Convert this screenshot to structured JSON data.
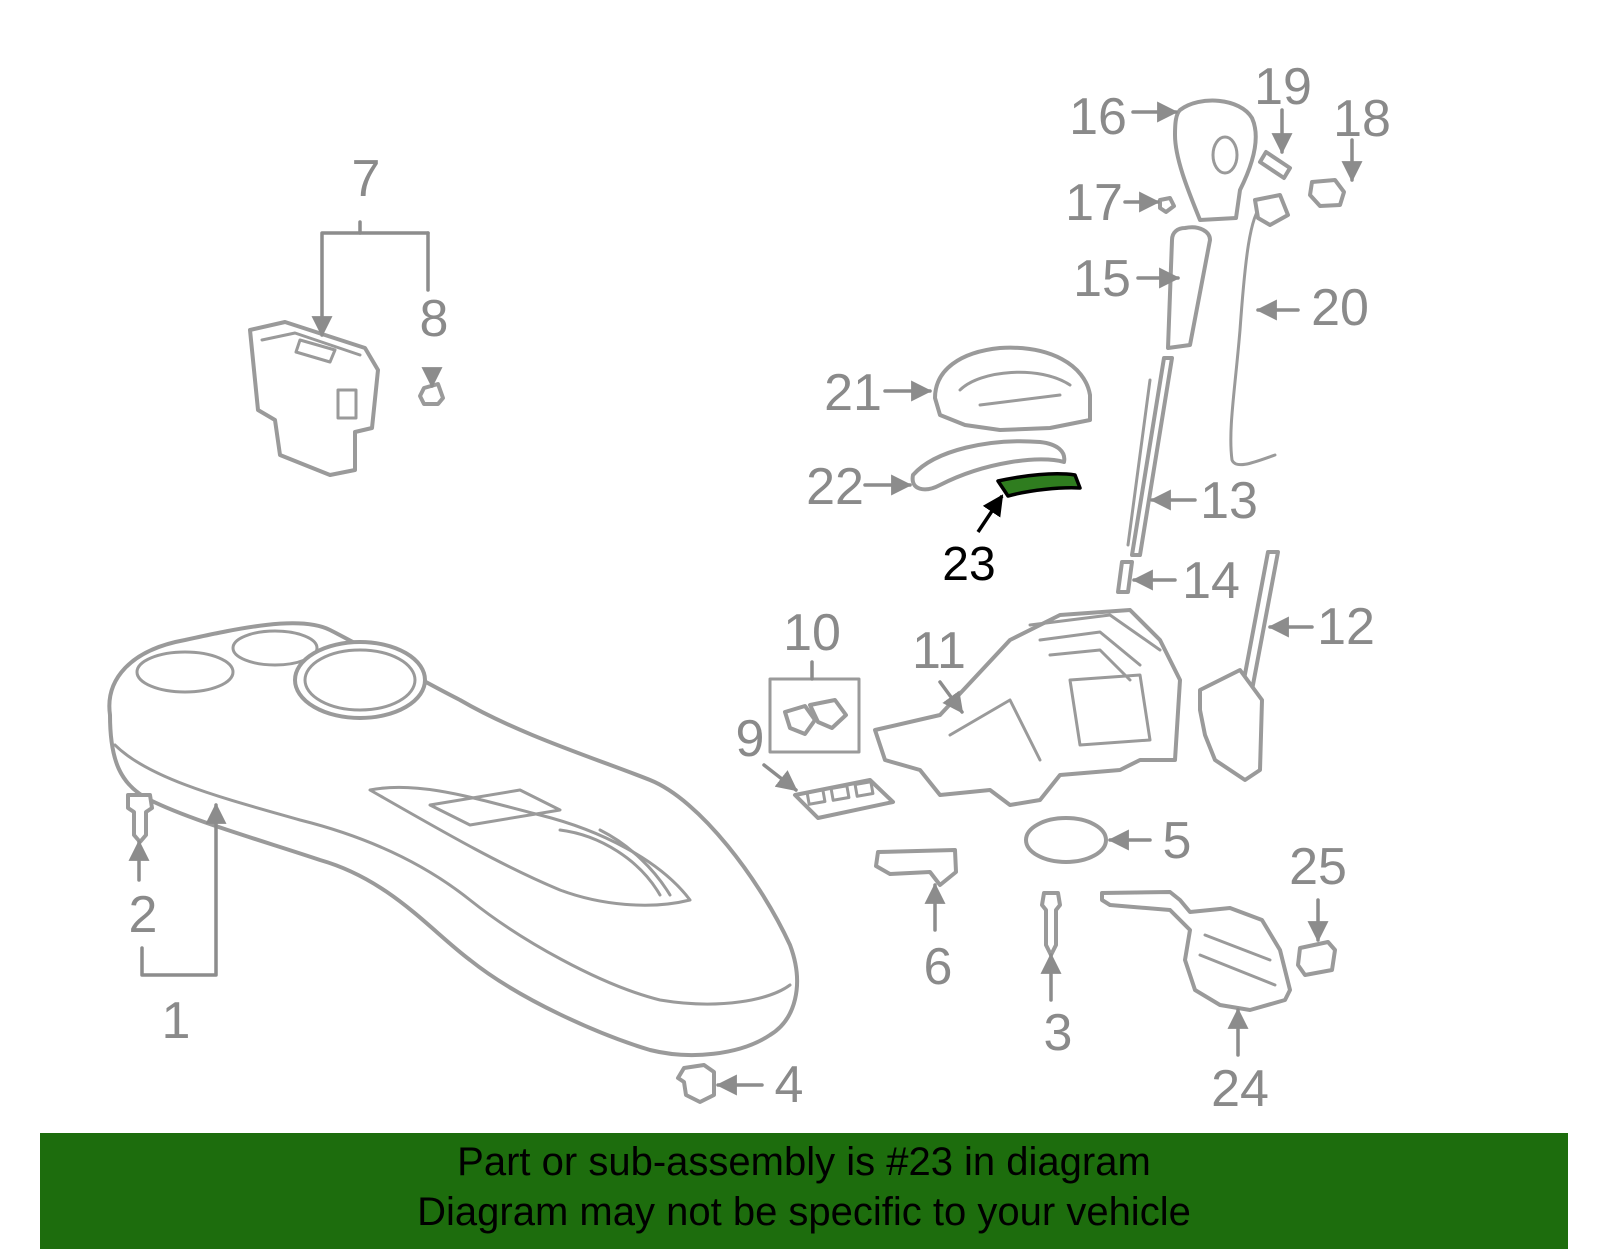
{
  "callouts": {
    "c1": "1",
    "c2": "2",
    "c3": "3",
    "c4": "4",
    "c5": "5",
    "c6": "6",
    "c7": "7",
    "c8": "8",
    "c9": "9",
    "c10": "10",
    "c11": "11",
    "c12": "12",
    "c13": "13",
    "c14": "14",
    "c15": "15",
    "c16": "16",
    "c17": "17",
    "c18": "18",
    "c19": "19",
    "c20": "20",
    "c21": "21",
    "c22": "22",
    "c23": "23",
    "c24": "24",
    "c25": "25"
  },
  "highlight": {
    "part_number": "23",
    "color": "#2f7d1f"
  },
  "banner": {
    "line1": "Part or sub-assembly is #23 in diagram",
    "line2": "Diagram may not be specific to your vehicle",
    "background": "#1d6d0d"
  }
}
